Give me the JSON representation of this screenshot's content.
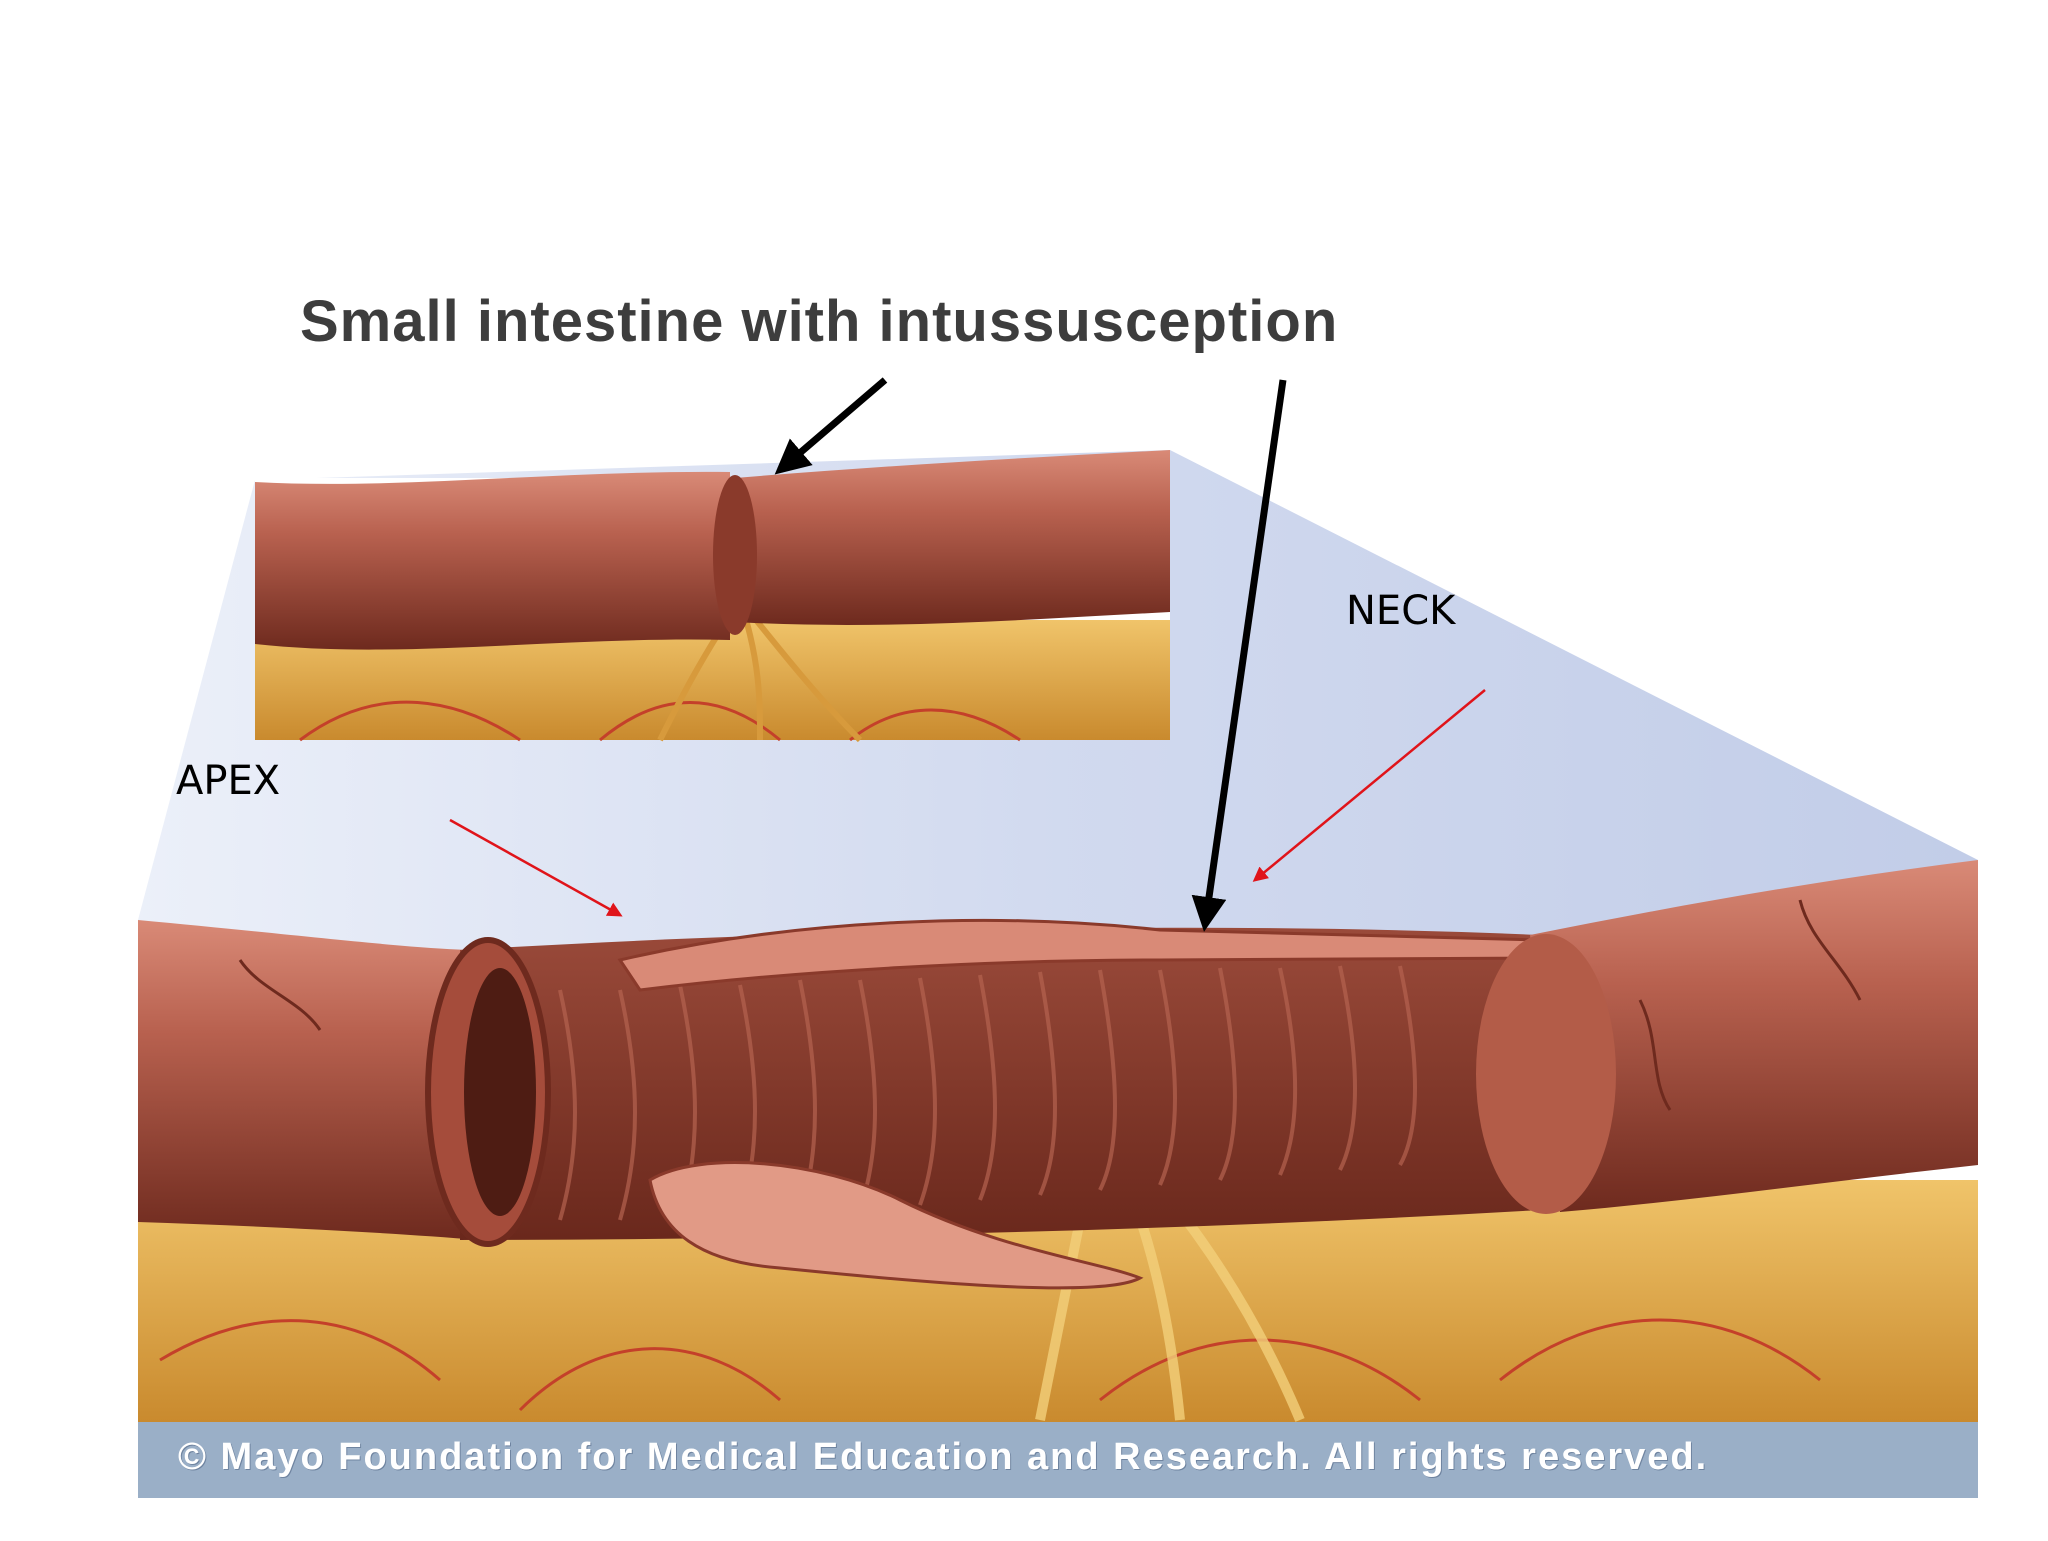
{
  "diagram": {
    "title": "Small intestine with intussusception",
    "labels": {
      "neck": "NECK",
      "apex": "APEX"
    },
    "copyright": "© Mayo Foundation for Medical Education and Research.  All rights reserved.",
    "colors": {
      "intestine": "#b8614f",
      "intestine_dark": "#7e3426",
      "mesentery": "#e2a94a",
      "zoom_cone": "#c9d3ec",
      "banner": "#9aafc7",
      "pointer_arrow": "#000000",
      "annotation_arrow": "#e0141a"
    }
  }
}
